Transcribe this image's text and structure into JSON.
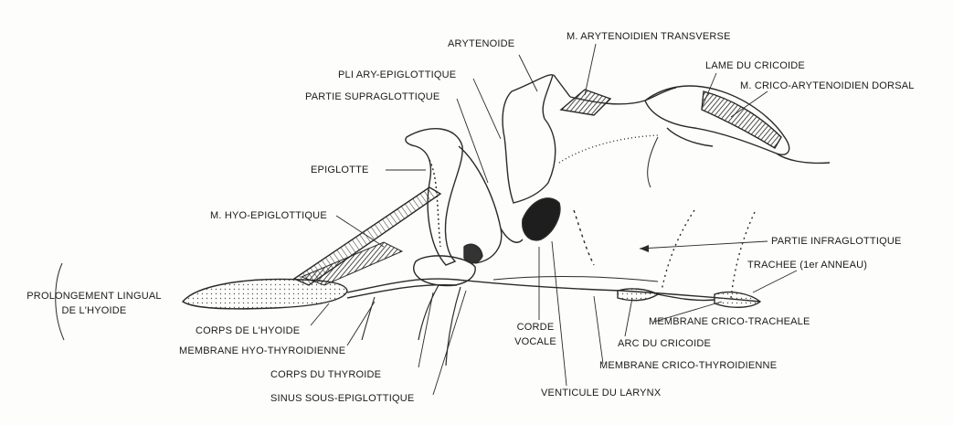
{
  "labels": {
    "arytenoide": "ARYTENOIDE",
    "arytenoidien_transverse": "M. ARYTENOIDIEN TRANSVERSE",
    "lame_cricoide": "LAME DU CRICOIDE",
    "crico_arytenoidien_dorsal": "M. CRICO-ARYTENOIDIEN DORSAL",
    "pli_ary_epiglottique": "PLI ARY-EPIGLOTTIQUE",
    "partie_supraglottique": "PARTIE SUPRAGLOTTIQUE",
    "epiglotte": "EPIGLOTTE",
    "hyo_epiglottique": "M. HYO-EPIGLOTTIQUE",
    "partie_infraglottique": "PARTIE INFRAGLOTTIQUE",
    "trachee": "TRACHEE (1er ANNEAU)",
    "prolongement_line1": "PROLONGEMENT LINGUAL",
    "prolongement_line2": "DE L'HYOIDE",
    "corps_hyoide": "CORPS DE L'HYOIDE",
    "membrane_hyo_thyroidienne": "MEMBRANE HYO-THYROIDIENNE",
    "corps_thyroide": "CORPS DU THYROIDE",
    "sinus_sous_epiglottique": "SINUS SOUS-EPIGLOTTIQUE",
    "corde_line1": "CORDE",
    "corde_line2": "VOCALE",
    "membrane_crico_tracheale": "MEMBRANE CRICO-TRACHEALE",
    "arc_cricoide": "ARC DU CRICOIDE",
    "membrane_crico_thyroidienne": "MEMBRANE CRICO-THYROIDIENNE",
    "venticule_larynx": "VENTICULE DU LARYNX"
  }
}
